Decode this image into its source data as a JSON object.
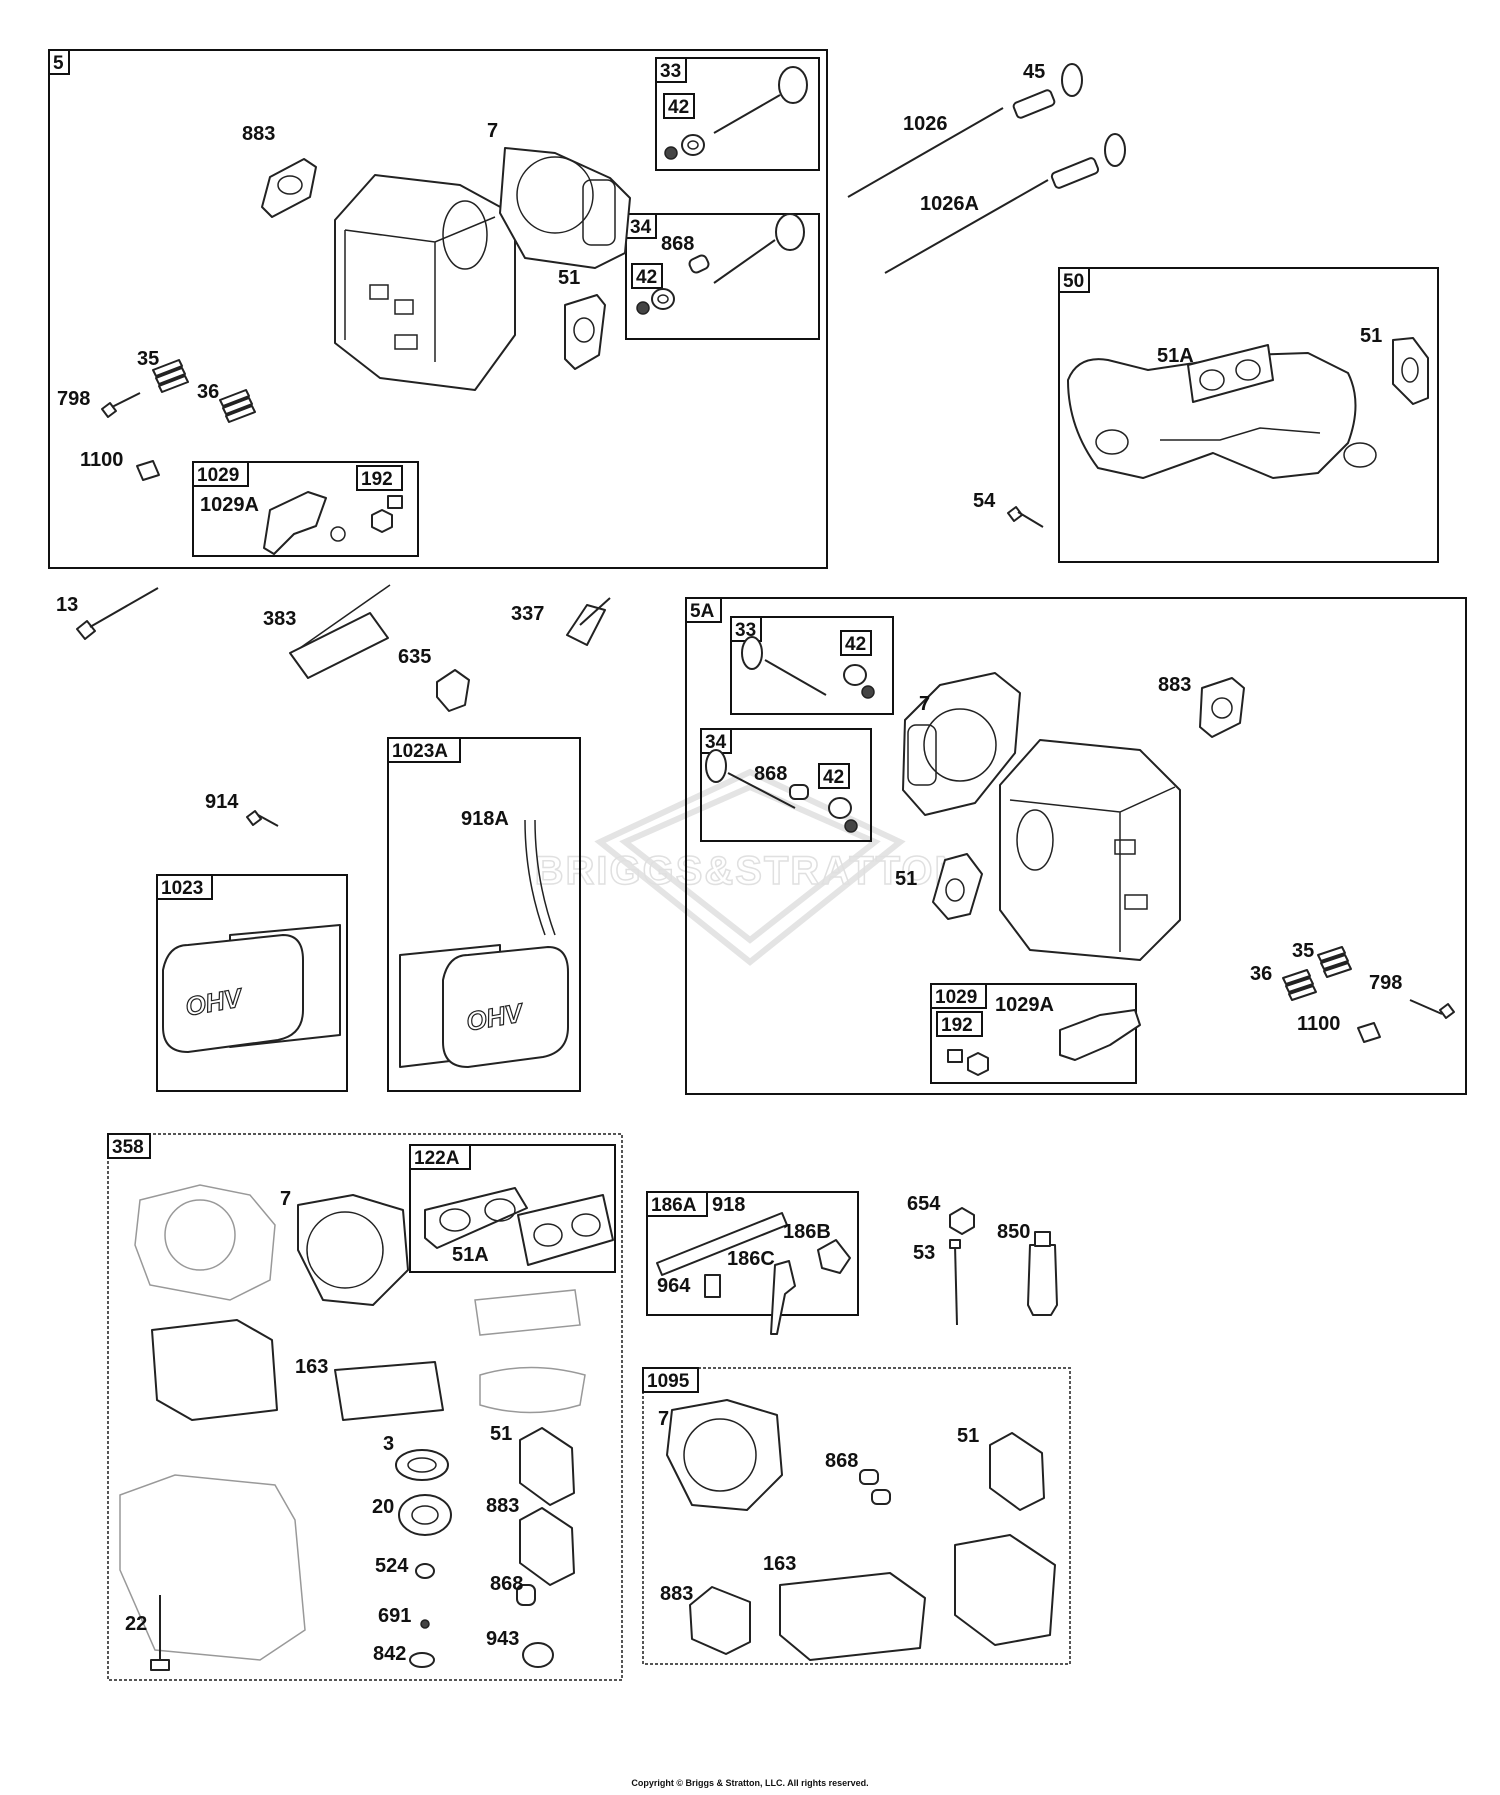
{
  "watermark": {
    "logo_text": "BRIGGS&STRATTON"
  },
  "footer": {
    "copyright": "Copyright © Briggs & Stratton, LLC. All rights reserved."
  },
  "groups": {
    "g5": "5",
    "g5_33": "33",
    "g5_42a": "42",
    "g5_34": "34",
    "g5_42b": "42",
    "g5_1029": "1029",
    "g5_192": "192",
    "g50": "50",
    "g5A": "5A",
    "g5A_33": "33",
    "g5A_42a": "42",
    "g5A_34": "34",
    "g5A_42b": "42",
    "g5A_1029": "1029",
    "g5A_192": "192",
    "g1023": "1023",
    "g1023A": "1023A",
    "g358": "358",
    "g358_122A": "122A",
    "g186A": "186A",
    "g1095": "1095"
  },
  "labels": {
    "p883a": "883",
    "p7a": "7",
    "p868a": "868",
    "p51a": "51",
    "p35a": "35",
    "p36a": "36",
    "p798a": "798",
    "p1100a": "1100",
    "p1029Aa": "1029A",
    "p45": "45",
    "p1026": "1026",
    "p1026A": "1026A",
    "p51Ab": "51A",
    "p51b": "51",
    "p54": "54",
    "p13": "13",
    "p383": "383",
    "p337": "337",
    "p635": "635",
    "p914": "914",
    "p918A": "918A",
    "p7b": "7",
    "p883b": "883",
    "p868b": "868",
    "p51c": "51",
    "p35b": "35",
    "p36b": "36",
    "p798b": "798",
    "p1100b": "1100",
    "p1029Ab": "1029A",
    "p7c": "7",
    "p51Ac": "51A",
    "p163a": "163",
    "p3": "3",
    "p20": "20",
    "p51d": "51",
    "p883c": "883",
    "p524": "524",
    "p691": "691",
    "p842": "842",
    "p868c": "868",
    "p943": "943",
    "p22": "22",
    "p918": "918",
    "p186B": "186B",
    "p186C": "186C",
    "p964": "964",
    "p654": "654",
    "p53": "53",
    "p850": "850",
    "p7d": "7",
    "p868d": "868",
    "p51e": "51",
    "p883d": "883",
    "p163b": "163"
  }
}
